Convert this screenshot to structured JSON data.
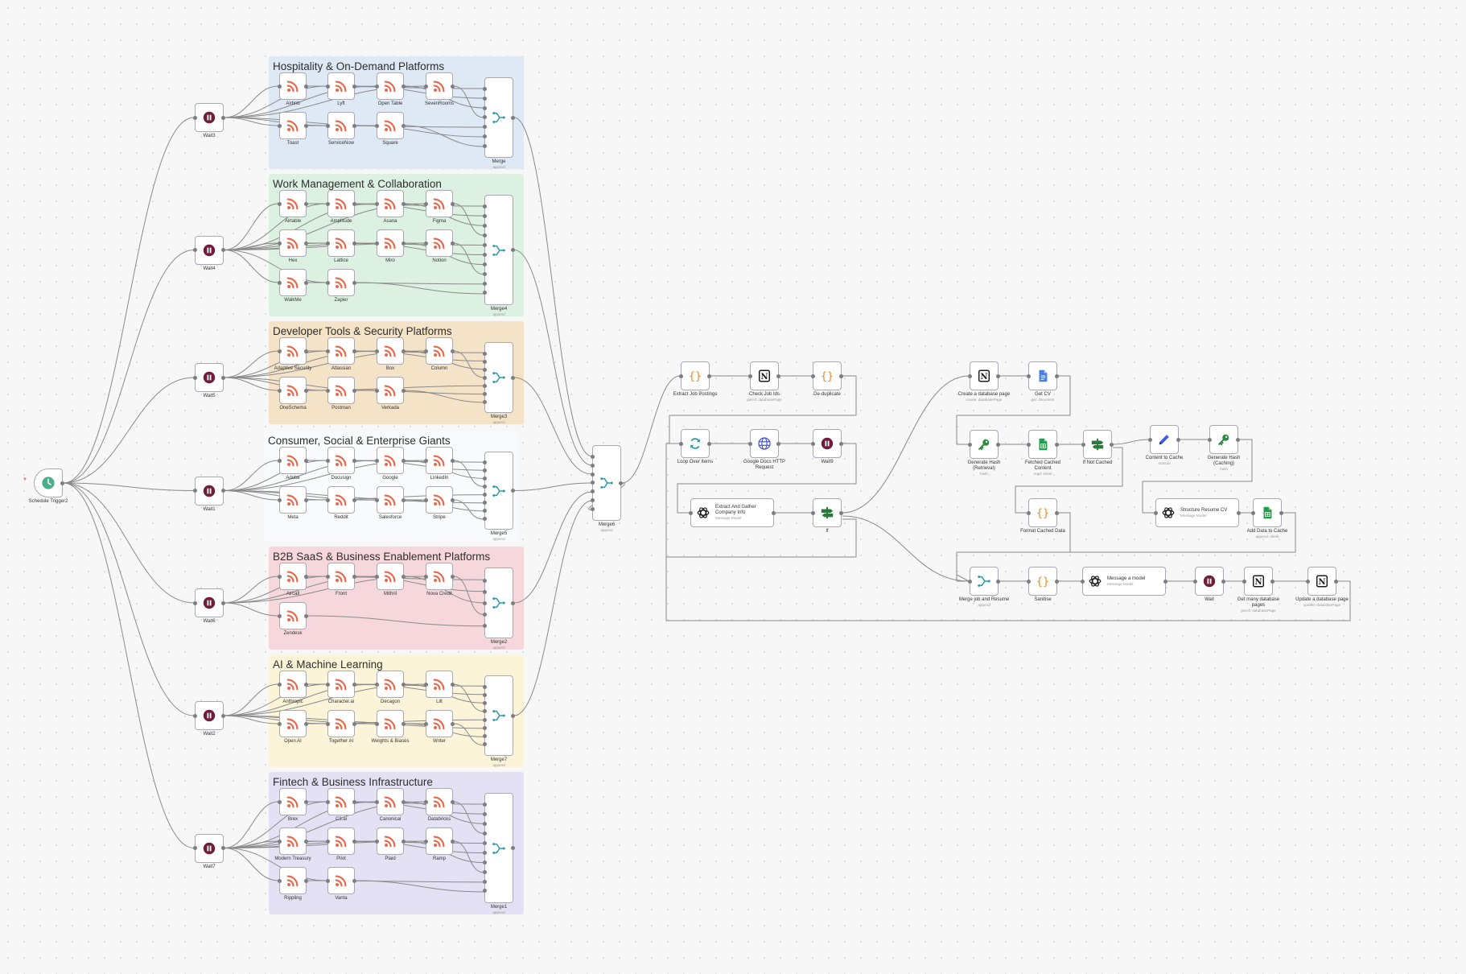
{
  "colors": {
    "rss": "#e8664a",
    "wait": "#6e1e3a",
    "merge": "#2b9aa8",
    "code": "#f08a24",
    "notion": "#1b1b1b",
    "docs": "#4a7fe0",
    "sheets": "#1f9d4d",
    "hash": "#2e8b3f",
    "if": "#2b7a3c",
    "http": "#4b57c9",
    "manual": "#3f5fd8",
    "trigger": "#4cae8c"
  },
  "trigger": {
    "label": "Schedule Trigger2",
    "icon": "clock-icon"
  },
  "groups": [
    {
      "title": "Hospitality & On-Demand Platforms",
      "wait": "Wait3",
      "merge": "Merge",
      "merge_sub": "append",
      "rows": [
        [
          "Airbnb",
          "Lyft",
          "Open Table",
          "SevenRooms"
        ],
        [
          "Toast",
          "ServiceNow",
          "Square"
        ]
      ]
    },
    {
      "title": "Work Management & Collaboration",
      "wait": "Wait4",
      "merge": "Merge4",
      "merge_sub": "append",
      "rows": [
        [
          "Airtable",
          "Amplitude",
          "Asana",
          "Figma"
        ],
        [
          "Hex",
          "Lattice",
          "Miro",
          "Notion"
        ],
        [
          "WalkMe",
          "Zapier"
        ]
      ]
    },
    {
      "title": "Developer Tools & Security Platforms",
      "wait": "Wait5",
      "merge": "Merge3",
      "merge_sub": "append",
      "rows": [
        [
          "Adaptive Security",
          "Atlassian",
          "Box",
          "Column"
        ],
        [
          "OneSchema",
          "Postman",
          "Verkada"
        ]
      ]
    },
    {
      "title": "Consumer, Social & Enterprise Giants",
      "wait": "Wait1",
      "merge": "Merge5",
      "merge_sub": "append",
      "rows": [
        [
          "Adobe",
          "Docusign",
          "Google",
          "LinkedIn"
        ],
        [
          "Meta",
          "Reddit",
          "Salesforce",
          "Stripe"
        ]
      ]
    },
    {
      "title": "B2B SaaS & Business Enablement Platforms",
      "wait": "Wait6",
      "merge": "Merge2",
      "merge_sub": "append",
      "rows": [
        [
          "Aircall",
          "Front",
          "Mithril",
          "Nova Credit"
        ],
        [
          "Zendesk"
        ]
      ]
    },
    {
      "title": "AI & Machine Learning",
      "wait": "Wait2",
      "merge": "Merge7",
      "merge_sub": "append",
      "rows": [
        [
          "Anthropic",
          "Character.ai",
          "Decagon",
          "Lilt"
        ],
        [
          "Open AI",
          "Together AI",
          "Weights & Biases",
          "Writer"
        ]
      ]
    },
    {
      "title": "Fintech & Business Infrastructure",
      "wait": "Wait7",
      "merge": "Merge1",
      "merge_sub": "append",
      "rows": [
        [
          "Brex",
          "C3.ai",
          "Canonical",
          "Databricks"
        ],
        [
          "Modern Treasury",
          "Pilot",
          "Plaid",
          "Ramp"
        ],
        [
          "Rippling",
          "Vanta"
        ]
      ]
    }
  ],
  "central_merge": {
    "label": "Merge6",
    "sub": "append"
  },
  "pipeline": {
    "extract_job_postings": {
      "label": "Extract Job Postings",
      "sub": ""
    },
    "check_job_ids": {
      "label": "Check Job Ids",
      "sub": "getAll: databasePage"
    },
    "deduplicate": {
      "label": "De-duplicate",
      "sub": ""
    },
    "loop_over_items": {
      "label": "Loop Over Items",
      "sub": ""
    },
    "google_docs_http": {
      "label": "Google Docs HTTP Request",
      "sub": ""
    },
    "wait9": {
      "label": "Wait9",
      "sub": ""
    },
    "extract_gather": {
      "label": "Extract And Gather Company Info",
      "sub": "Message Model"
    },
    "if_node": {
      "label": "If",
      "sub": ""
    },
    "create_db_page": {
      "label": "Create a database page",
      "sub": "create: databasePage"
    },
    "get_cv": {
      "label": "Get CV",
      "sub": "get: document"
    },
    "gen_hash_retrieval": {
      "label": "Generate Hash (Retrieval)",
      "sub": "hash"
    },
    "fetched_cached": {
      "label": "Fetched Cached Content",
      "sub": "read: sheet"
    },
    "if_not_cached": {
      "label": "If Not Cached",
      "sub": ""
    },
    "content_to_cache": {
      "label": "Content to Cache",
      "sub": "manual"
    },
    "gen_hash_caching": {
      "label": "Generate Hash (Caching)",
      "sub": "hash"
    },
    "format_cached": {
      "label": "Format Cached Data",
      "sub": ""
    },
    "structure_resume": {
      "label": "Structure Resume CV",
      "sub": "Message Model"
    },
    "add_to_cache": {
      "label": "Add Data to Cache",
      "sub": "append: sheet"
    },
    "merge_job_resume": {
      "label": "Merge job and Resume",
      "sub": "append"
    },
    "sanitise": {
      "label": "Sanitise",
      "sub": ""
    },
    "message_model": {
      "label": "Message a model",
      "sub": "Message Model"
    },
    "wait": {
      "label": "Wait",
      "sub": ""
    },
    "get_many_pages": {
      "label": "Get many database pages",
      "sub": "getAll: databasePage"
    },
    "update_page": {
      "label": "Update a database page",
      "sub": "update: databasePage"
    }
  }
}
